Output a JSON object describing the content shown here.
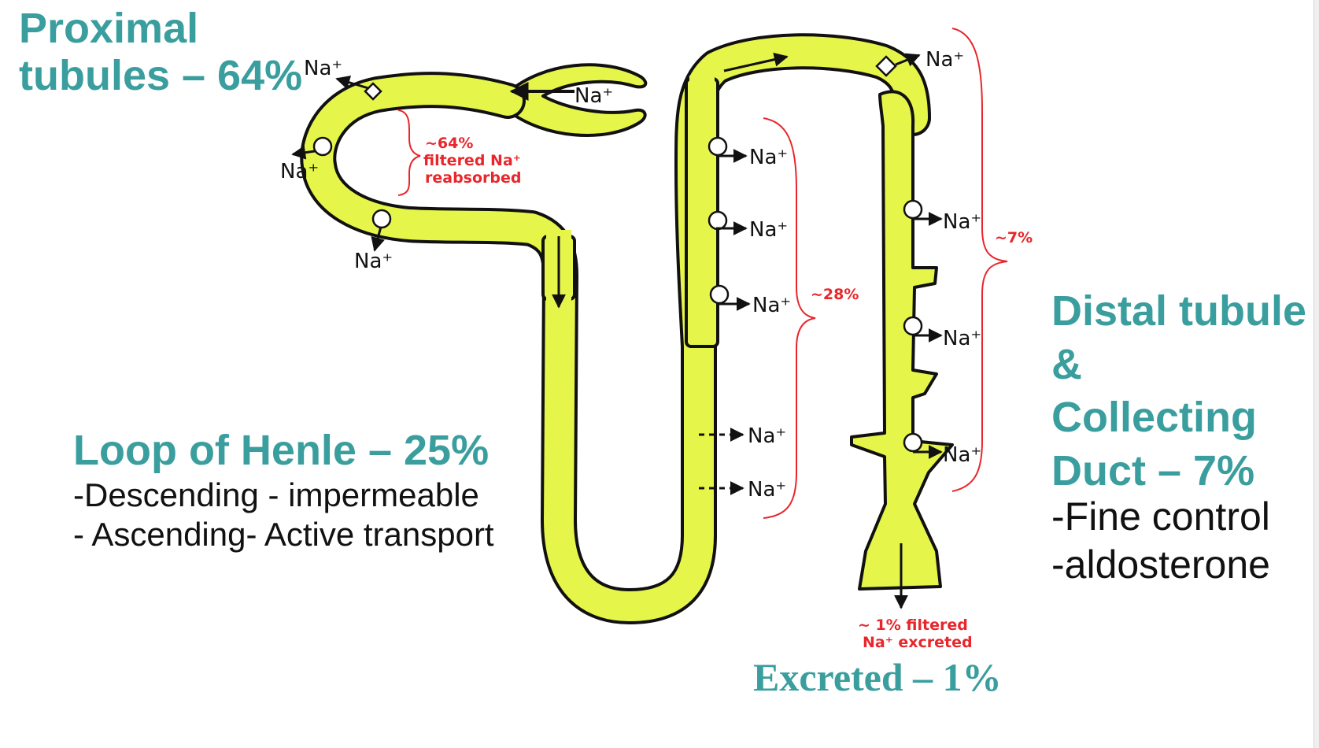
{
  "headings": {
    "proximal": [
      "Proximal",
      "tubules – 64%"
    ],
    "henle": "Loop of Henle – 25%",
    "distal": [
      "Distal tubule",
      "&",
      "Collecting",
      "Duct – 7%"
    ],
    "excreted": "Excreted – 1%"
  },
  "henle_notes": [
    "-Descending - impermeable",
    "- Ascending- Active transport"
  ],
  "distal_notes": [
    "-Fine control",
    "-aldosterone"
  ],
  "diagram": {
    "ion": "Na⁺",
    "annotations": {
      "proximal": [
        "~64%",
        "filtered Na⁺",
        "reabsorbed"
      ],
      "ascending": "~28%",
      "distal": "~7%",
      "excreted": [
        "~ 1% filtered",
        "Na⁺ excreted"
      ]
    },
    "colors": {
      "tubule": "#e6f54a",
      "outline": "#111111",
      "annotation": "#e8262b",
      "heading": "#3a9e9e"
    }
  }
}
